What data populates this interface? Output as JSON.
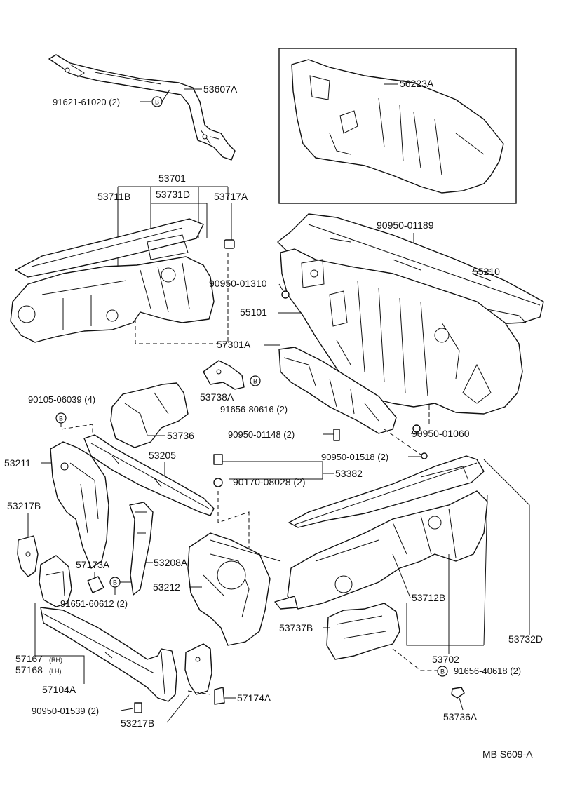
{
  "figure_code": "MB S609-A",
  "labels": {
    "p53607A": "53607A",
    "p91621": "91621-61020 (2)",
    "p56223A": "56223A",
    "p53701": "53701",
    "p53711B": "53711B",
    "p53731D": "53731D",
    "p53717A": "53717A",
    "p90950_01189": "90950-01189",
    "p55210": "55210",
    "p90950_01310": "90950-01310",
    "p55101": "55101",
    "p57301A": "57301A",
    "p53738A": "53738A",
    "p91656_80616": "91656-80616 (2)",
    "p90105": "90105-06039 (4)",
    "p53736": "53736",
    "p90950_01148": "90950-01148 (2)",
    "p90950_01060": "90950-01060",
    "p90950_01518": "90950-01518 (2)",
    "p53211": "53211",
    "p53205": "53205",
    "p53382": "53382",
    "p90170": "90170-08028 (2)",
    "p53217B_top": "53217B",
    "p57173A": "57173A",
    "p53208A": "53208A",
    "p53212": "53212",
    "p91651": "91651-60612 (2)",
    "p53712B": "53712B",
    "p57167": "57167",
    "p57168": "57168",
    "rh": "(RH)",
    "lh": "(LH)",
    "p57104A": "57104A",
    "p53737B": "53737B",
    "p53732D": "53732D",
    "p53702": "53702",
    "p91656_40618": "91656-40618 (2)",
    "p90950_01539": "90950-01539 (2)",
    "p57174A": "57174A",
    "p53217B_bot": "53217B",
    "p53736A": "53736A"
  },
  "markers": {
    "b": "B"
  },
  "icons": {
    "callout": "b-callout-circle-icon"
  }
}
